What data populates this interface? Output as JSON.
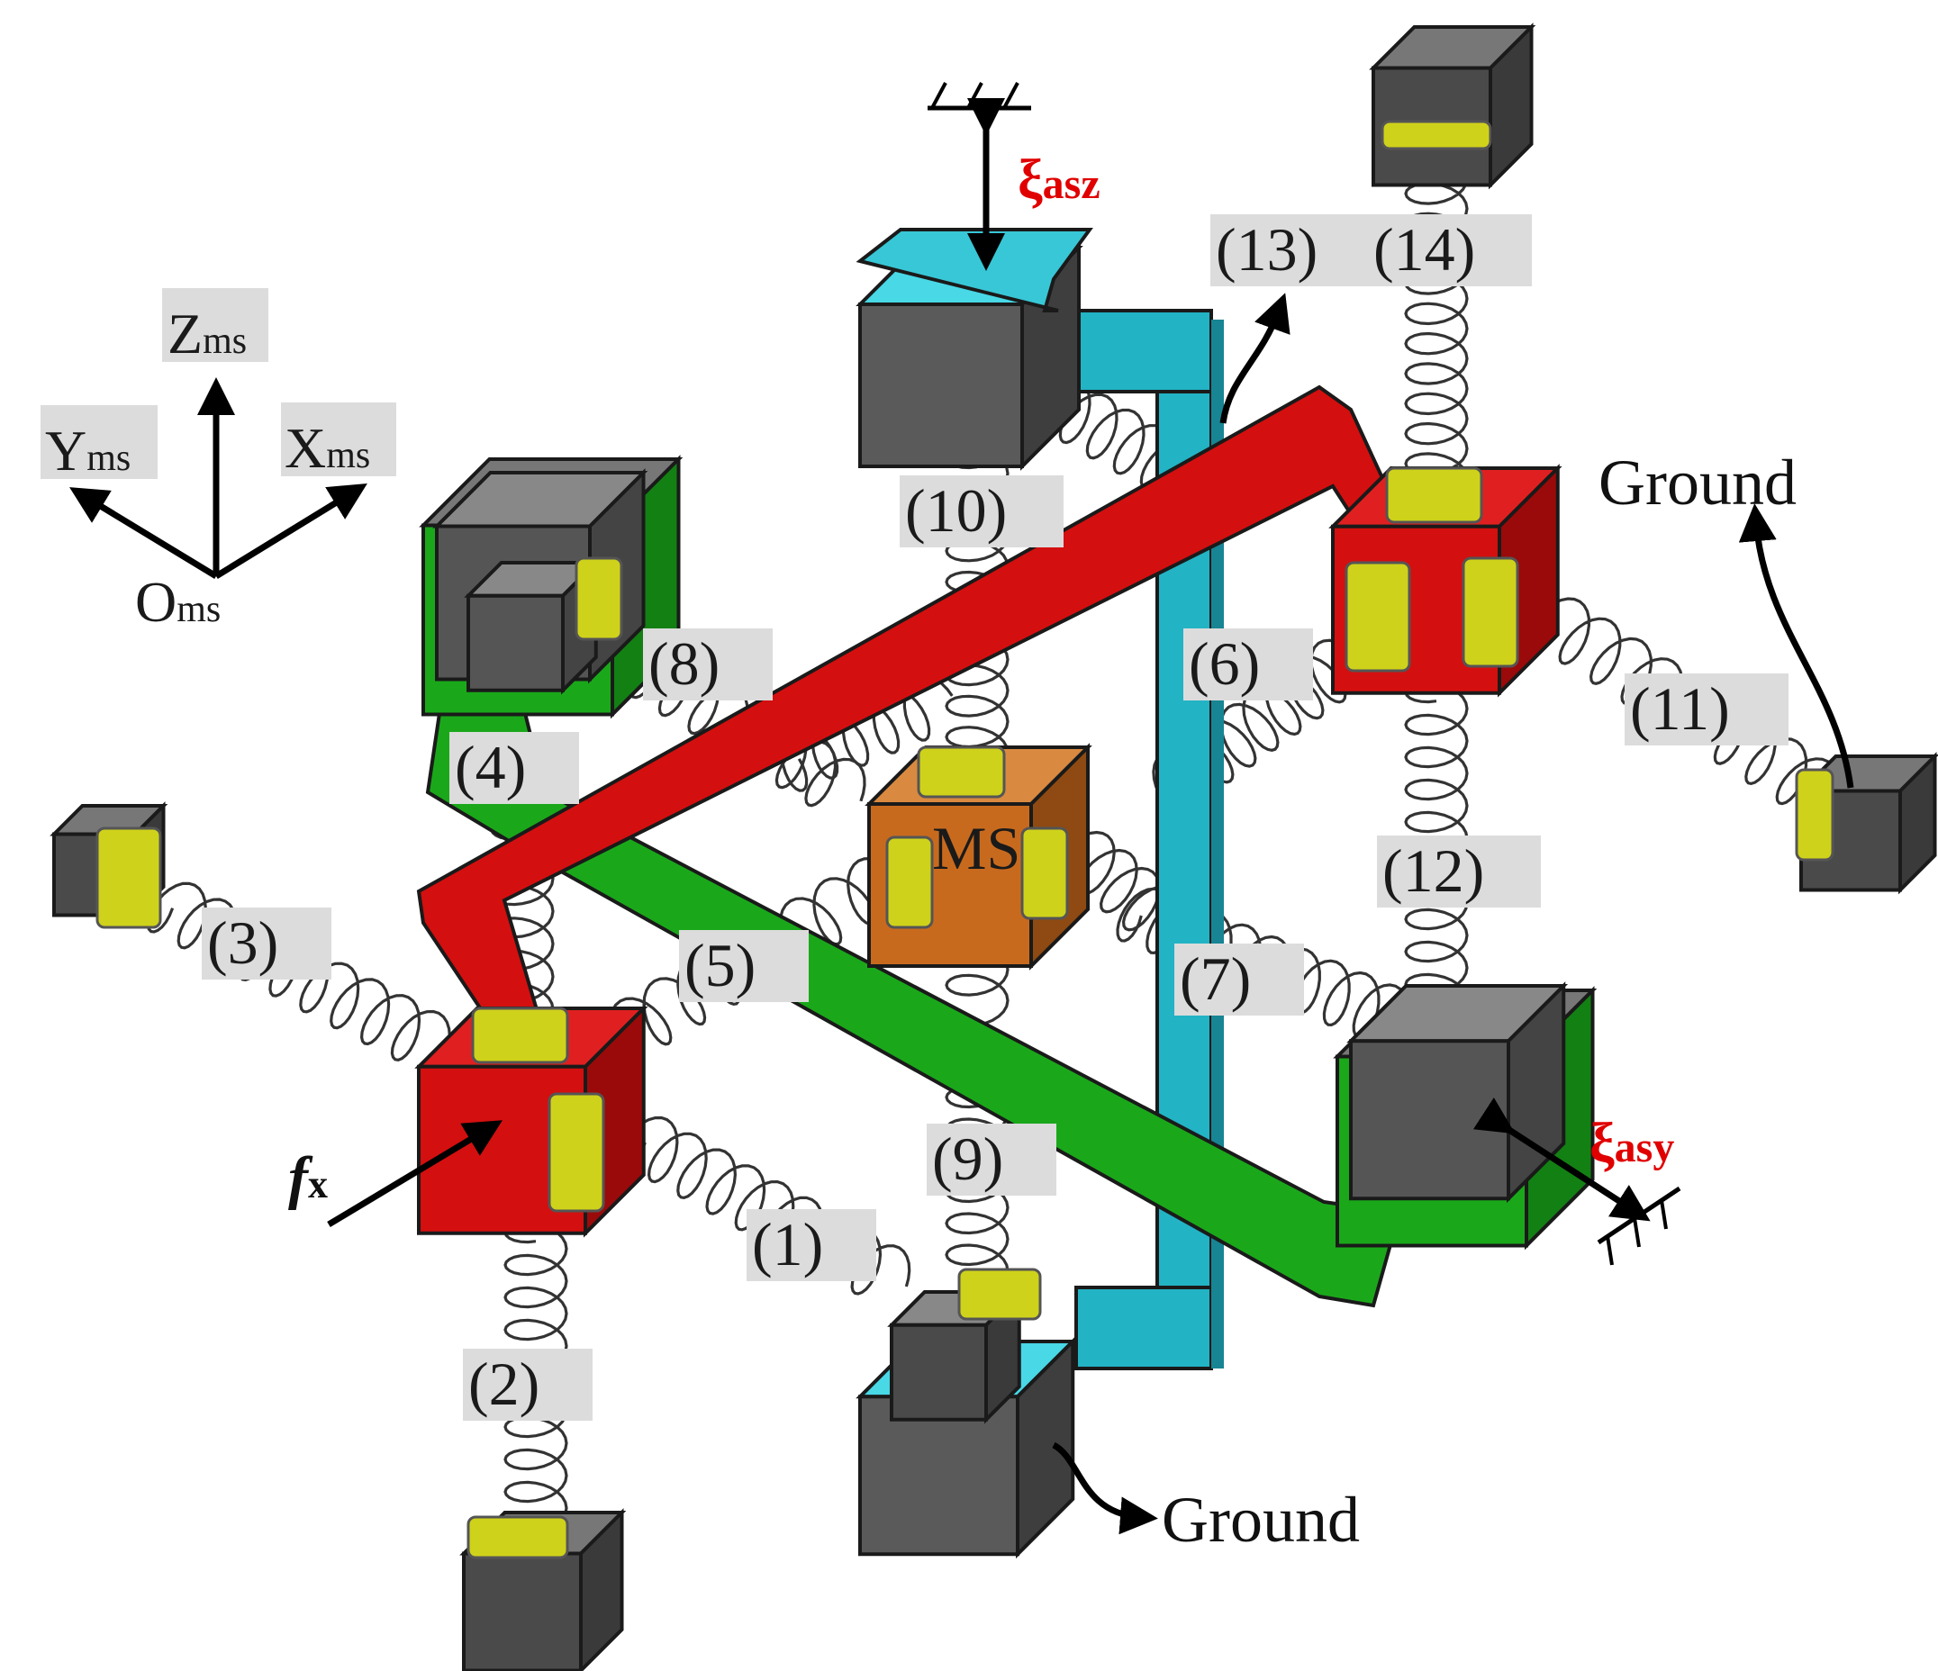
{
  "colors": {
    "red_link": "#d40f0f",
    "green_link": "#1aa81a",
    "cyan_link": "#22b3c4",
    "block_gray": "#5a5a5a",
    "pad_yellow": "#cfd21a",
    "ms_orange": "#c86a1e"
  },
  "axes": {
    "z": "Z",
    "y": "Y",
    "x": "X",
    "origin": "O",
    "sub": "ms"
  },
  "springs": [
    "(1)",
    "(2)",
    "(3)",
    "(4)",
    "(5)",
    "(6)",
    "(7)",
    "(8)",
    "(9)",
    "(10)",
    "(11)",
    "(12)",
    "(13)",
    "(14)"
  ],
  "center_mass": "MS",
  "ground_labels": {
    "right": "Ground",
    "bottom": "Ground"
  },
  "inputs": {
    "force": "f",
    "force_sub": "x",
    "xi_z": "ξ",
    "xi_z_sub": "asz",
    "xi_y": "ξ",
    "xi_y_sub": "asy"
  }
}
